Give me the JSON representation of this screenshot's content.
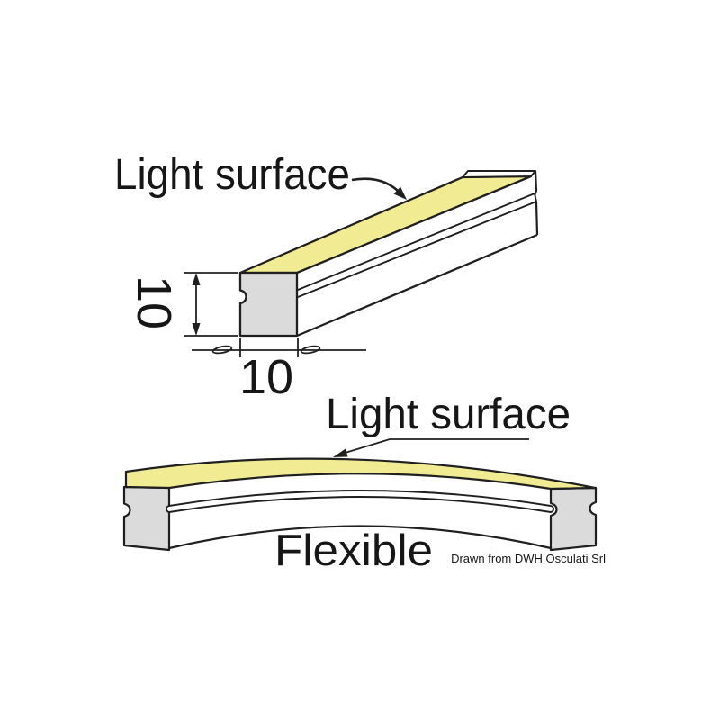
{
  "colors": {
    "yellow": "#f1ec93",
    "gray": "#dbdbdb",
    "line": "#1f1f1f",
    "text": "#161616",
    "background": "#ffffff"
  },
  "top_figure": {
    "light_surface_label": "Light surface",
    "height_dim": "10",
    "width_dim": "10"
  },
  "bottom_figure": {
    "light_surface_label": "Light surface",
    "flexible_label": "Flexible"
  },
  "credit": "Drawn from DWH Osculati Srl"
}
